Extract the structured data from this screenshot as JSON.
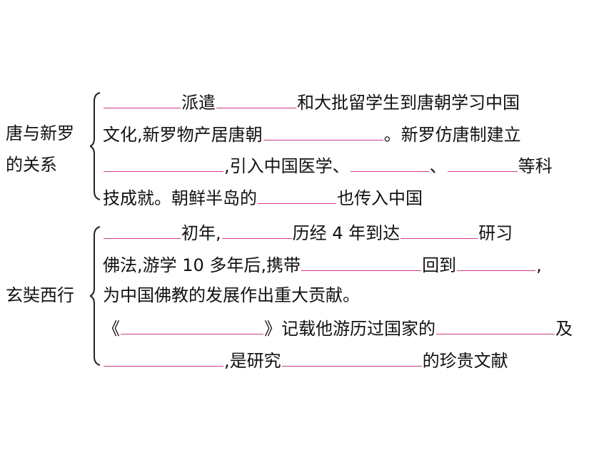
{
  "section1": {
    "label_line1": "唐与新罗",
    "label_line2": "的关系",
    "t1": "派遣",
    "t2": "和大批留学生到唐朝学习中国",
    "t3": "文化,新罗物产居唐朝",
    "t4": "。新罗仿唐制建立",
    "t5": ",引入中国医学、",
    "t6": "、",
    "t7": "等科",
    "t8": "技成就。朝鲜半岛的",
    "t9": "也传入中国"
  },
  "section2": {
    "label": "玄奘西行",
    "t1": "初年,",
    "t2": "历经 4 年到达",
    "t3": "研习",
    "t4": "佛法,游学 10 多年后,携带",
    "t5": "回到",
    "t6": ",",
    "t7": "为中国佛教的发展作出重大贡献。",
    "t8": "《",
    "t9": "》记载他游历过国家的",
    "t10": "及",
    "t11": ",是研究",
    "t12": "的珍贵文献"
  },
  "colors": {
    "blank_line": "#d23a86",
    "text": "#111111"
  }
}
